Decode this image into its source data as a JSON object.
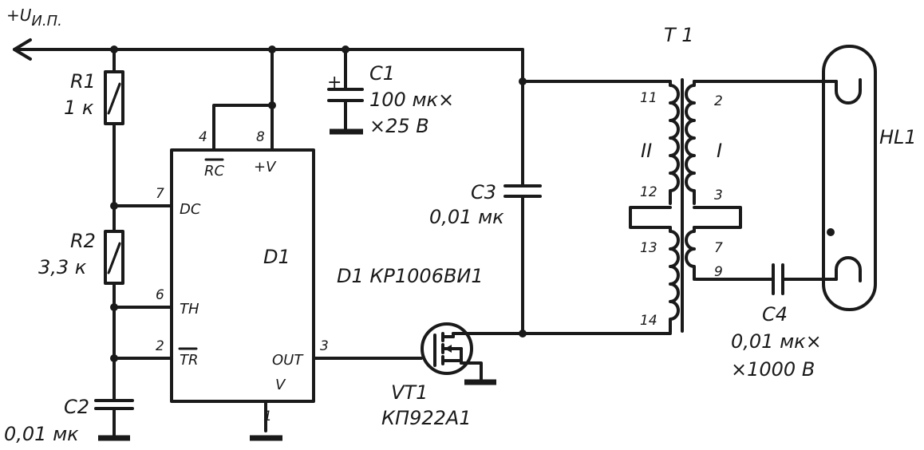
{
  "supply": {
    "label": "+U",
    "sub": "И.П."
  },
  "R1": {
    "ref": "R1",
    "value": "1 к"
  },
  "R2": {
    "ref": "R2",
    "value": "3,3 к"
  },
  "C1": {
    "ref": "C1",
    "value_line1": "100 мк×",
    "value_line2": "×25 В"
  },
  "C2": {
    "ref": "C2",
    "value": "0,01 мк"
  },
  "C3": {
    "ref": "C3",
    "value": "0,01 мк"
  },
  "C4": {
    "ref": "C4",
    "value_line1": "0,01 мк×",
    "value_line2": "×1000 В"
  },
  "D1": {
    "ref": "D1",
    "part": "D1 КР1006ВИ1",
    "pins": {
      "rc": "4",
      "vplus": "8",
      "dc": "7",
      "th": "6",
      "tr": "2",
      "out": "3",
      "gnd": "1"
    },
    "signals": {
      "rc": "RC",
      "vplus": "+V",
      "dc": "DC",
      "th": "TH",
      "tr": "TR",
      "out": "OUT",
      "v": "V"
    }
  },
  "VT1": {
    "ref": "VT1",
    "part": "КП922А1"
  },
  "T1": {
    "ref": "T 1",
    "winding2": "II",
    "winding1": "I",
    "pins": {
      "p11": "11",
      "p12": "12",
      "p13": "13",
      "p14": "14",
      "p2": "2",
      "p3": "3",
      "p7": "7",
      "p9": "9"
    }
  },
  "HL1": {
    "ref": "HL1"
  },
  "plus_sign": "+"
}
